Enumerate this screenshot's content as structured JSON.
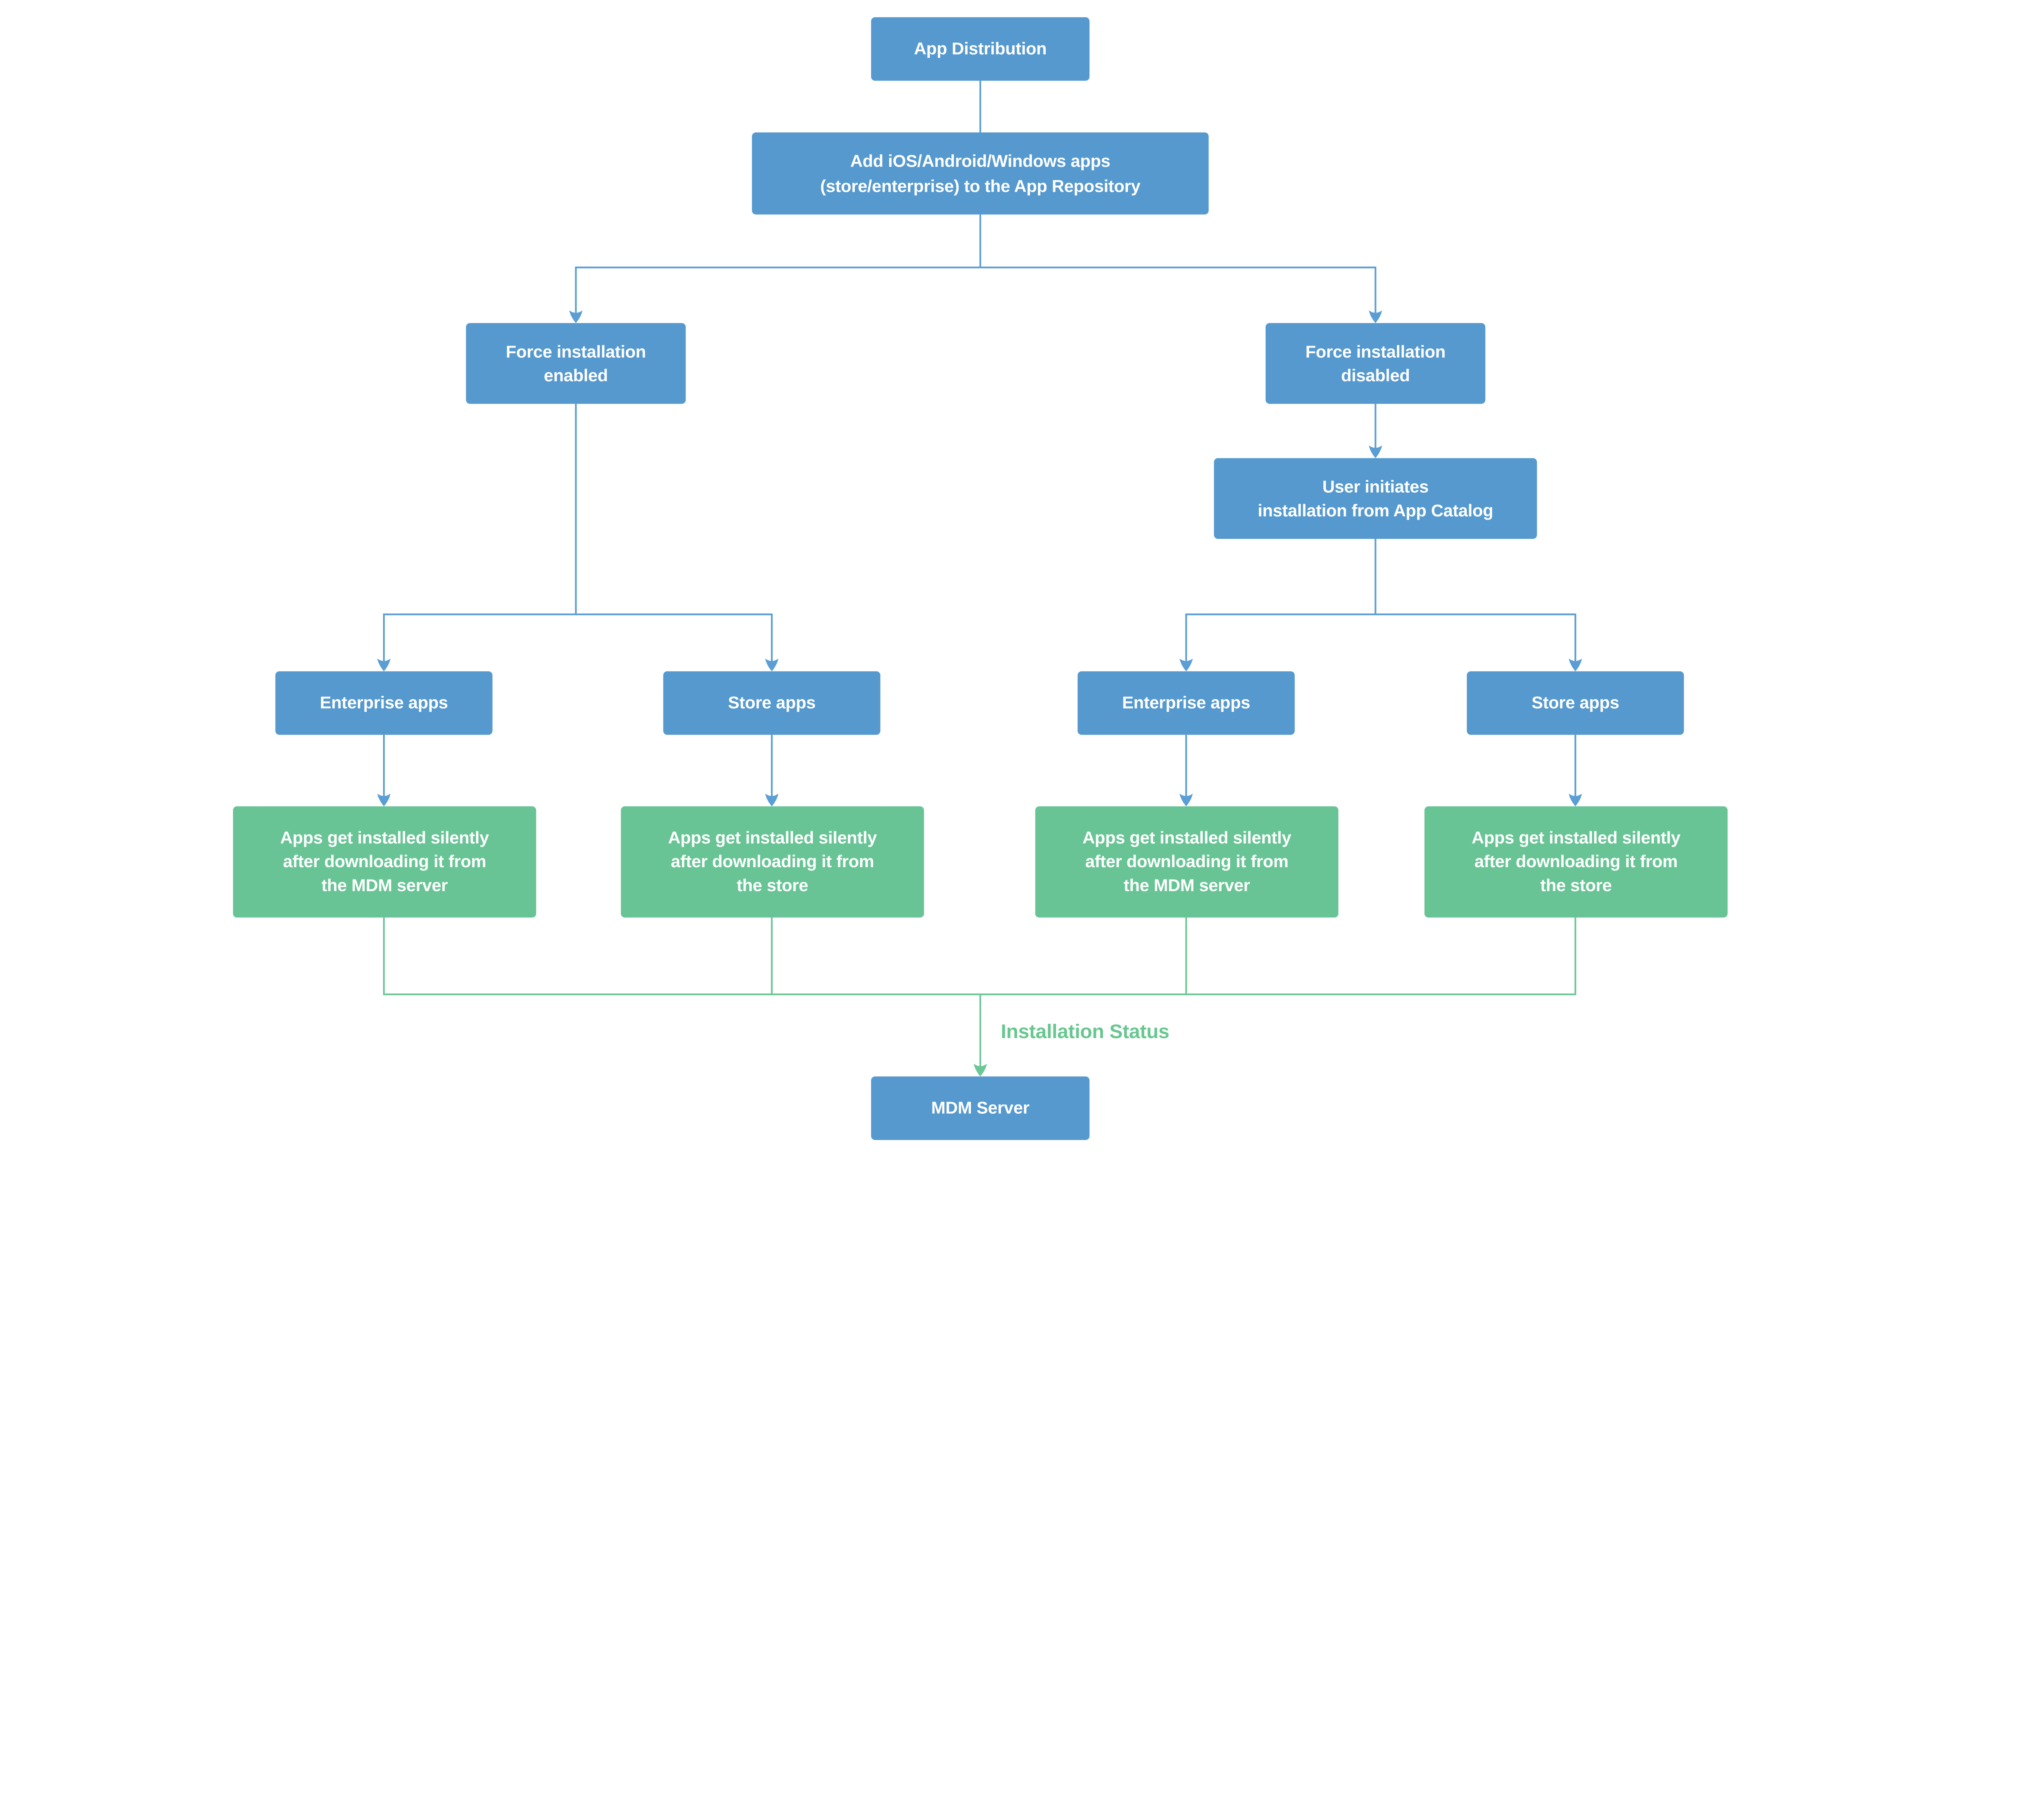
{
  "diagram": {
    "title": "App Distribution flowchart",
    "colors": {
      "node_blue": "#5699CE",
      "node_green": "#68C495",
      "edge_blue": "#5B9ED5",
      "edge_green": "#6CC796",
      "label_green": "#67C78F",
      "text_white": "#FFFFFF",
      "background": "#FFFFFF"
    },
    "nodes": [
      {
        "id": "app-distribution",
        "lines": [
          "App Distribution"
        ]
      },
      {
        "id": "add-apps",
        "lines": [
          "Add iOS/Android/Windows apps",
          "(store/enterprise) to the App Repository"
        ]
      },
      {
        "id": "force-installation-enabled",
        "lines": [
          "Force installation",
          "enabled"
        ]
      },
      {
        "id": "force-installation-disabled",
        "lines": [
          "Force installation",
          "disabled"
        ]
      },
      {
        "id": "user-initiates-installation",
        "lines": [
          "User initiates",
          "installation from App Catalog"
        ]
      },
      {
        "id": "enterprise-apps-left",
        "lines": [
          "Enterprise apps"
        ]
      },
      {
        "id": "store-apps-left",
        "lines": [
          "Store apps"
        ]
      },
      {
        "id": "enterprise-apps-right",
        "lines": [
          "Enterprise apps"
        ]
      },
      {
        "id": "store-apps-right",
        "lines": [
          "Store apps"
        ]
      },
      {
        "id": "silent-install-mdm-left",
        "lines": [
          "Apps get installed silently",
          "after downloading it from",
          "the MDM server"
        ]
      },
      {
        "id": "silent-install-store-left",
        "lines": [
          "Apps get installed silently",
          "after downloading it from",
          "the store"
        ]
      },
      {
        "id": "silent-install-mdm-right",
        "lines": [
          "Apps get installed silently",
          "after downloading it from",
          "the MDM server"
        ]
      },
      {
        "id": "silent-install-store-right",
        "lines": [
          "Apps get installed silently",
          "after downloading it from",
          "the store"
        ]
      },
      {
        "id": "mdm-server",
        "lines": [
          "MDM Server"
        ]
      }
    ],
    "edge_label": "Installation Status",
    "edges": [
      {
        "from": "app-distribution",
        "to": "add-apps"
      },
      {
        "from": "add-apps",
        "to": "force-installation-enabled"
      },
      {
        "from": "add-apps",
        "to": "force-installation-disabled"
      },
      {
        "from": "force-installation-disabled",
        "to": "user-initiates-installation"
      },
      {
        "from": "force-installation-enabled",
        "to": "enterprise-apps-left"
      },
      {
        "from": "force-installation-enabled",
        "to": "store-apps-left"
      },
      {
        "from": "user-initiates-installation",
        "to": "enterprise-apps-right"
      },
      {
        "from": "user-initiates-installation",
        "to": "store-apps-right"
      },
      {
        "from": "enterprise-apps-left",
        "to": "silent-install-mdm-left"
      },
      {
        "from": "store-apps-left",
        "to": "silent-install-store-left"
      },
      {
        "from": "enterprise-apps-right",
        "to": "silent-install-mdm-right"
      },
      {
        "from": "store-apps-right",
        "to": "silent-install-store-right"
      },
      {
        "from": "all-silent-install-nodes",
        "to": "mdm-server",
        "label": "Installation Status"
      }
    ]
  }
}
